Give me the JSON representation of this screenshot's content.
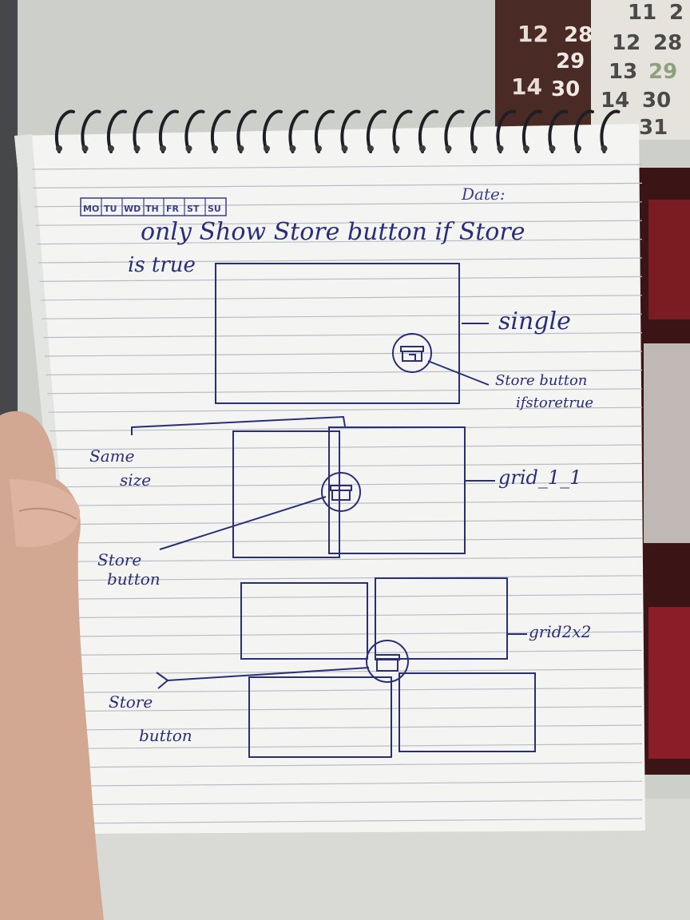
{
  "calendar": {
    "col1": [
      "12",
      "14"
    ],
    "col2": [
      "28",
      "29",
      "30"
    ],
    "col3": [
      "11",
      "12",
      "13",
      "14"
    ],
    "col4": [
      "2",
      "28",
      "29",
      "30",
      "31"
    ]
  },
  "page_header": {
    "weekdays": [
      "MO",
      "TU",
      "WD",
      "TH",
      "FR",
      "ST",
      "SU"
    ],
    "date_label": "Date:"
  },
  "note": {
    "line1": "only Show Store button if Store",
    "line2": "is true"
  },
  "sketches": {
    "single": {
      "label": "single",
      "callout": "Store button",
      "callout_line2": "ifstoretrue"
    },
    "grid_1_1": {
      "label": "grid_1_1",
      "brace_note": "Same",
      "brace_note_line2": "size",
      "callout": "Store",
      "callout_line2": "button"
    },
    "grid_2x2": {
      "label": "grid2x2",
      "callout": "Store",
      "callout_line2": "button"
    }
  },
  "colors": {
    "paper": "#f4f5f3",
    "ink": "#2a2d7a",
    "rule_line": "#b9bcc4",
    "hand": "#d2a893",
    "calendar_bg": "#4a2a24"
  }
}
